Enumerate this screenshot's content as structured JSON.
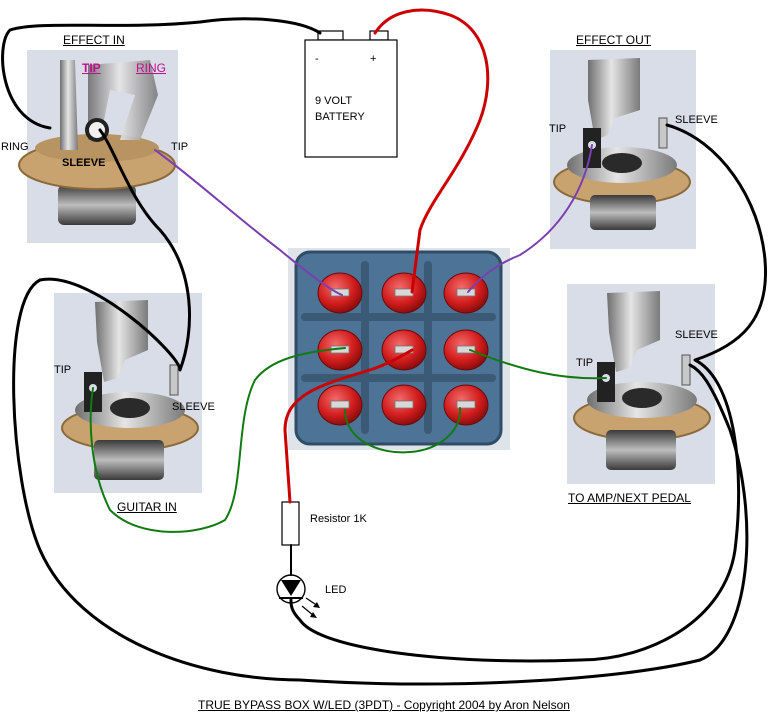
{
  "labels": {
    "effect_in": "EFFECT IN",
    "effect_out": "EFFECT OUT",
    "guitar_in": "GUITAR IN",
    "to_amp": "TO AMP/NEXT PEDAL",
    "battery_line1": "9 VOLT",
    "battery_line2": "BATTERY",
    "battery_minus": "-",
    "battery_plus": "+",
    "tip": "TIP",
    "ring": "RING",
    "sleeve": "SLEEVE",
    "sleeve_caps": "SLEEVE",
    "resistor": "Resistor 1K",
    "led": "LED",
    "footer": "TRUE BYPASS BOX W/LED (3PDT) - Copyright 2004 by Aron Nelson"
  },
  "colors": {
    "wire_black": "#000000",
    "wire_red": "#cc0000",
    "wire_purple": "#7a3fb0",
    "wire_green": "#117a11",
    "switch_body": "#4d7396",
    "lug_red": "#d11c1c",
    "label_magenta": "#c0108c",
    "jack_metal": "#9a9a9a",
    "jack_washer": "#c9a36f",
    "photo_bg": "#d9dde8"
  }
}
